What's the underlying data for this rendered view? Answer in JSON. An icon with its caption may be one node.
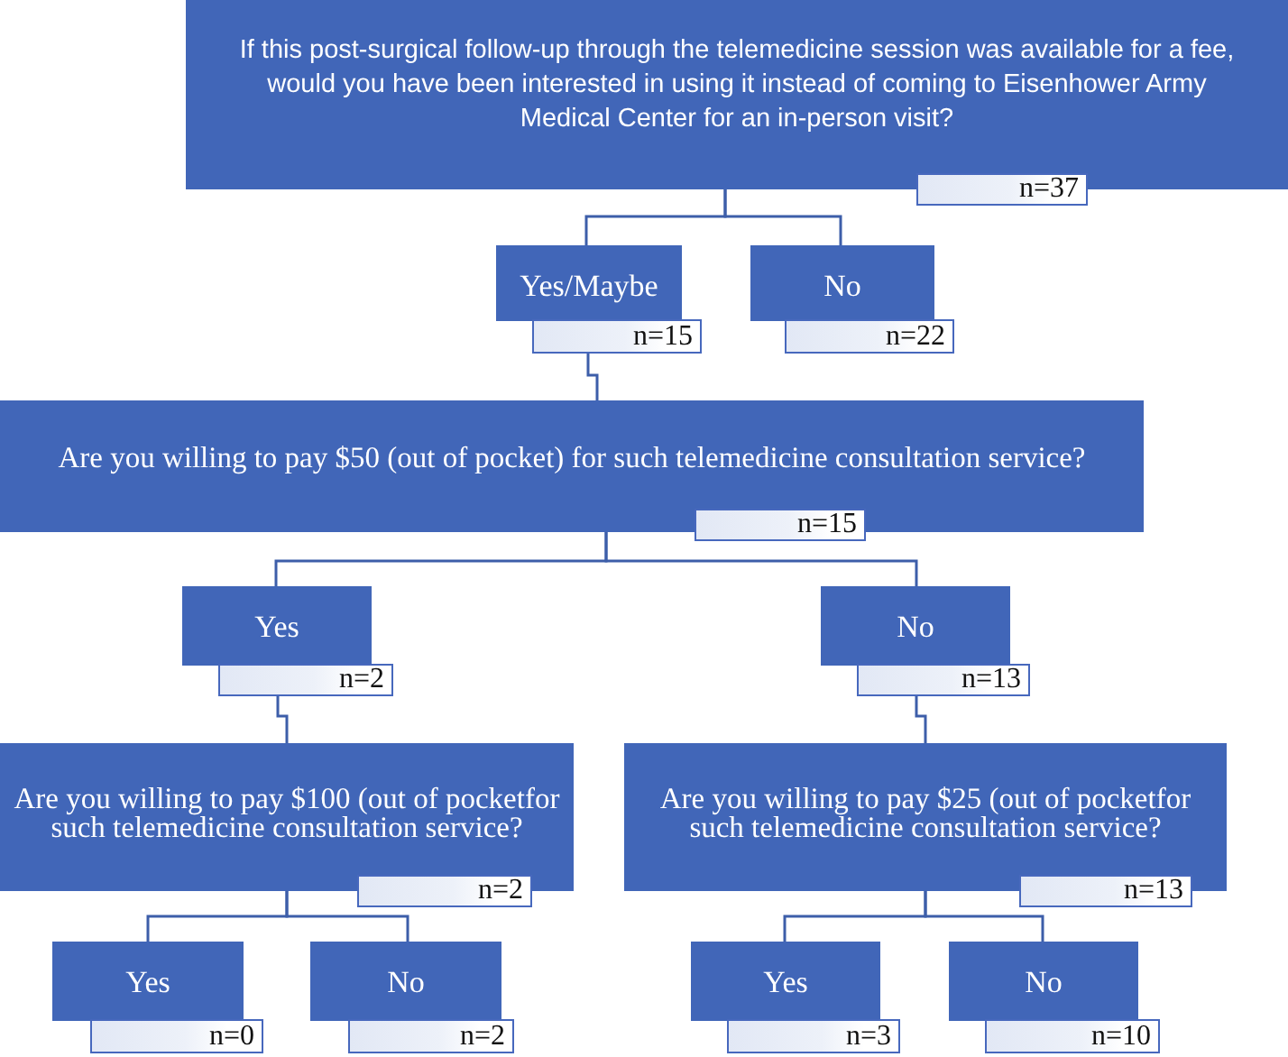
{
  "diagram": {
    "nodes": [
      {
        "text": [
          "If this post-surgical follow-up through the telemedicine session was available for a fee, would you have been interested in using it instead of coming to Eisenhower Army Medical Center for an in-person visit?"
        ]
      },
      {
        "text": [
          "n=37"
        ]
      },
      {
        "text": [
          "Yes/Maybe"
        ]
      },
      {
        "text": [
          "n=15"
        ]
      },
      {
        "text": [
          "No"
        ]
      },
      {
        "text": [
          "n=22"
        ]
      },
      {
        "text": [
          "Are you willing to pay $50 (out of pocket) for such telemedicine consultation service?"
        ]
      },
      {
        "text": [
          "n=15"
        ]
      },
      {
        "text": [
          "Yes"
        ]
      },
      {
        "text": [
          "n=2"
        ]
      },
      {
        "text": [
          "No"
        ]
      },
      {
        "text": [
          "n=13"
        ]
      },
      {
        "text": [
          "Are you willing to pay $100 (out of pocketfor such telemedicine consultation service?"
        ]
      },
      {
        "text": [
          "n=2"
        ]
      },
      {
        "text": [
          "Are you willing to pay $25 (out of pocketfor such telemedicine consultation service?"
        ]
      },
      {
        "text": [
          "n=13"
        ]
      },
      {
        "text": [
          "Yes"
        ]
      },
      {
        "text": [
          "n=0"
        ]
      },
      {
        "text": [
          "No"
        ]
      },
      {
        "text": [
          "n=2"
        ]
      },
      {
        "text": [
          "Yes"
        ]
      },
      {
        "text": [
          "n=3"
        ]
      },
      {
        "text": [
          "No"
        ]
      },
      {
        "text": [
          "n=10"
        ]
      }
    ],
    "edges": [
      {
        "from": 0,
        "to": 2,
        "arrow": "none"
      },
      {
        "from": 0,
        "to": 4,
        "arrow": "none"
      },
      {
        "from": 3,
        "to": 6,
        "arrow": "none"
      },
      {
        "from": 6,
        "to": 8,
        "arrow": "none"
      },
      {
        "from": 6,
        "to": 10,
        "arrow": "none"
      },
      {
        "from": 9,
        "to": 12,
        "arrow": "none"
      },
      {
        "from": 11,
        "to": 14,
        "arrow": "none"
      },
      {
        "from": 12,
        "to": 16,
        "arrow": "none"
      },
      {
        "from": 12,
        "to": 18,
        "arrow": "none"
      },
      {
        "from": 14,
        "to": 20,
        "arrow": "none"
      },
      {
        "from": 14,
        "to": 22,
        "arrow": "none"
      }
    ]
  }
}
